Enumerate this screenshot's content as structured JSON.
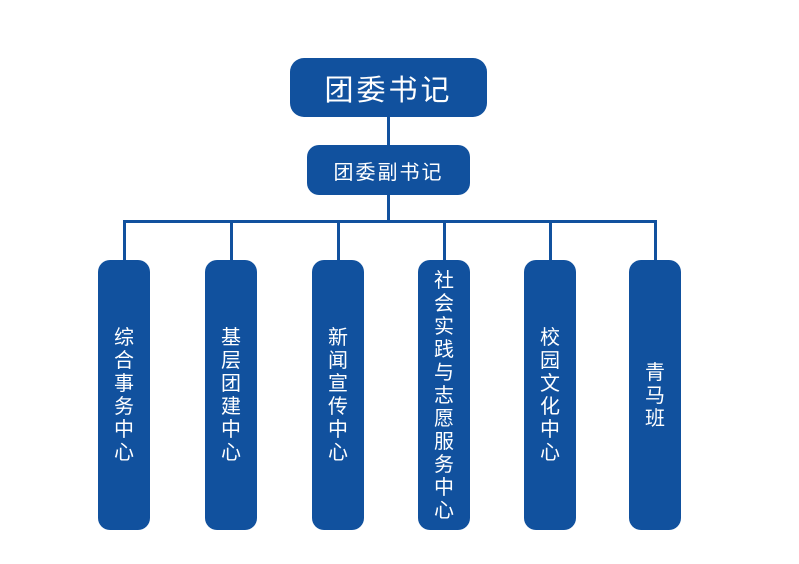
{
  "colors": {
    "node_fill": "#11519e",
    "node_text": "#ffffff",
    "connector": "#11519e",
    "background": "#ffffff"
  },
  "org_chart": {
    "root": {
      "label": "团委书记"
    },
    "deputy": {
      "label": "团委副书记"
    },
    "departments": [
      {
        "label": "综合事务中心"
      },
      {
        "label": "基层团建中心"
      },
      {
        "label": "新闻宣传中心"
      },
      {
        "label": "社会实践与志愿服务中心"
      },
      {
        "label": "校园文化中心"
      },
      {
        "label": "青马班"
      }
    ]
  }
}
